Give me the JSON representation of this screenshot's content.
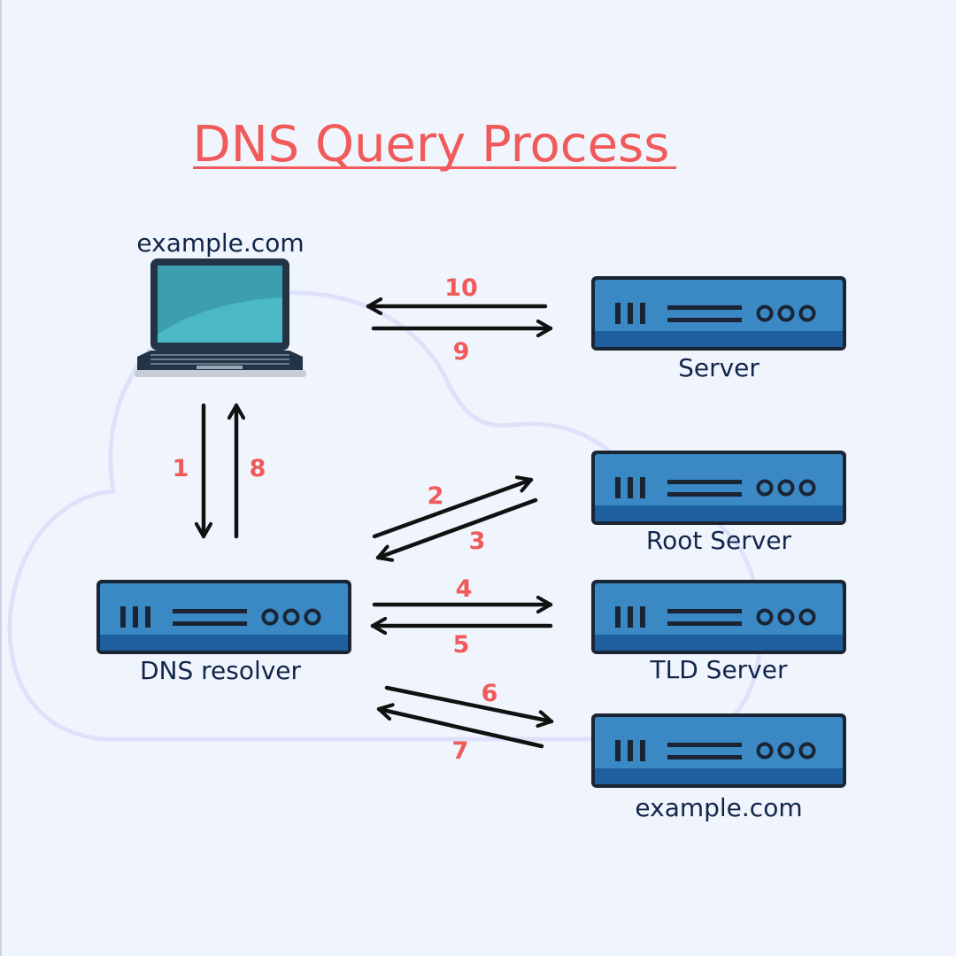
{
  "title": "DNS Query Process",
  "nodes": {
    "client": {
      "label": "example.com",
      "icon": "laptop-icon"
    },
    "resolver": {
      "label": "DNS resolver",
      "icon": "server-rack-icon"
    },
    "web_server": {
      "label": "Server",
      "icon": "server-rack-icon"
    },
    "root_server": {
      "label": "Root Server",
      "icon": "server-rack-icon"
    },
    "tld_server": {
      "label": "TLD Server",
      "icon": "server-rack-icon"
    },
    "authoritative_server": {
      "label": "example.com",
      "icon": "server-rack-icon"
    }
  },
  "steps": [
    {
      "number": "1",
      "from": "client",
      "to": "resolver"
    },
    {
      "number": "2",
      "from": "resolver",
      "to": "root_server"
    },
    {
      "number": "3",
      "from": "root_server",
      "to": "resolver"
    },
    {
      "number": "4",
      "from": "resolver",
      "to": "tld_server"
    },
    {
      "number": "5",
      "from": "tld_server",
      "to": "resolver"
    },
    {
      "number": "6",
      "from": "resolver",
      "to": "authoritative_server"
    },
    {
      "number": "7",
      "from": "authoritative_server",
      "to": "resolver"
    },
    {
      "number": "8",
      "from": "resolver",
      "to": "client"
    },
    {
      "number": "9",
      "from": "client",
      "to": "web_server"
    },
    {
      "number": "10",
      "from": "web_server",
      "to": "client"
    }
  ],
  "colors": {
    "background": "#f0f5fd",
    "title": "#f05a5a",
    "step_number": "#f05a5a",
    "label": "#12254a",
    "arrow": "#111111",
    "cloud_outline": "#dde2fa",
    "server_body": "#3a88c4",
    "server_bottom": "#1e5fa0",
    "server_outline": "#1b2433",
    "laptop_screen": "#4bb8c6",
    "laptop_frame": "#243447"
  }
}
